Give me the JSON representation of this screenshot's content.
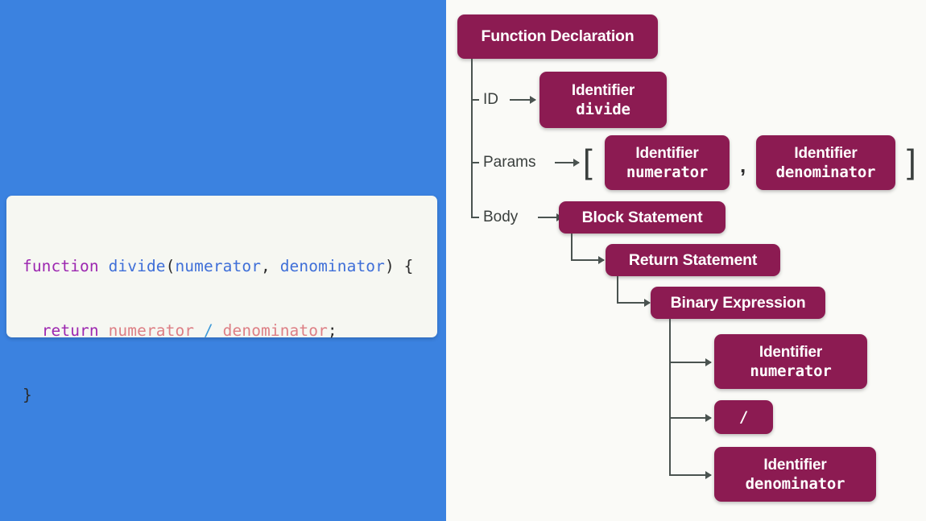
{
  "left": {
    "panel_color": "#3b82e0",
    "card_color": "#f6f7f2",
    "code": {
      "line1": {
        "kw": "function",
        "sp1": " ",
        "fn": "divide",
        "open": "(",
        "p1": "numerator",
        "comma": ", ",
        "p2": "denominator",
        "close": ")",
        "brace": " {"
      },
      "line2": {
        "indent": "  ",
        "kw": "return",
        "sp1": " ",
        "id1": "numerator",
        "op": " / ",
        "id2": "denominator",
        "semi": ";"
      },
      "line3": {
        "brace": "}"
      }
    }
  },
  "tree": {
    "panel_color": "#fafaf7",
    "node_color": "#8c1b52",
    "line_color": "#4a5350",
    "root": {
      "label": "Function Declaration"
    },
    "edges": {
      "id": "ID",
      "params": "Params",
      "body": "Body"
    },
    "punctuation": {
      "bracket_open": "[",
      "bracket_close": "]",
      "comma": ","
    },
    "nodes": {
      "identifier_divide": {
        "type": "Identifier",
        "name": "divide"
      },
      "identifier_numerator": {
        "type": "Identifier",
        "name": "numerator"
      },
      "identifier_denominator": {
        "type": "Identifier",
        "name": "denominator"
      },
      "block_statement": {
        "label": "Block Statement"
      },
      "return_statement": {
        "label": "Return Statement"
      },
      "binary_expression": {
        "label": "Binary Expression"
      },
      "operand_left": {
        "type": "Identifier",
        "name": "numerator"
      },
      "operator": {
        "label": "/"
      },
      "operand_right": {
        "type": "Identifier",
        "name": "denominator"
      }
    }
  }
}
